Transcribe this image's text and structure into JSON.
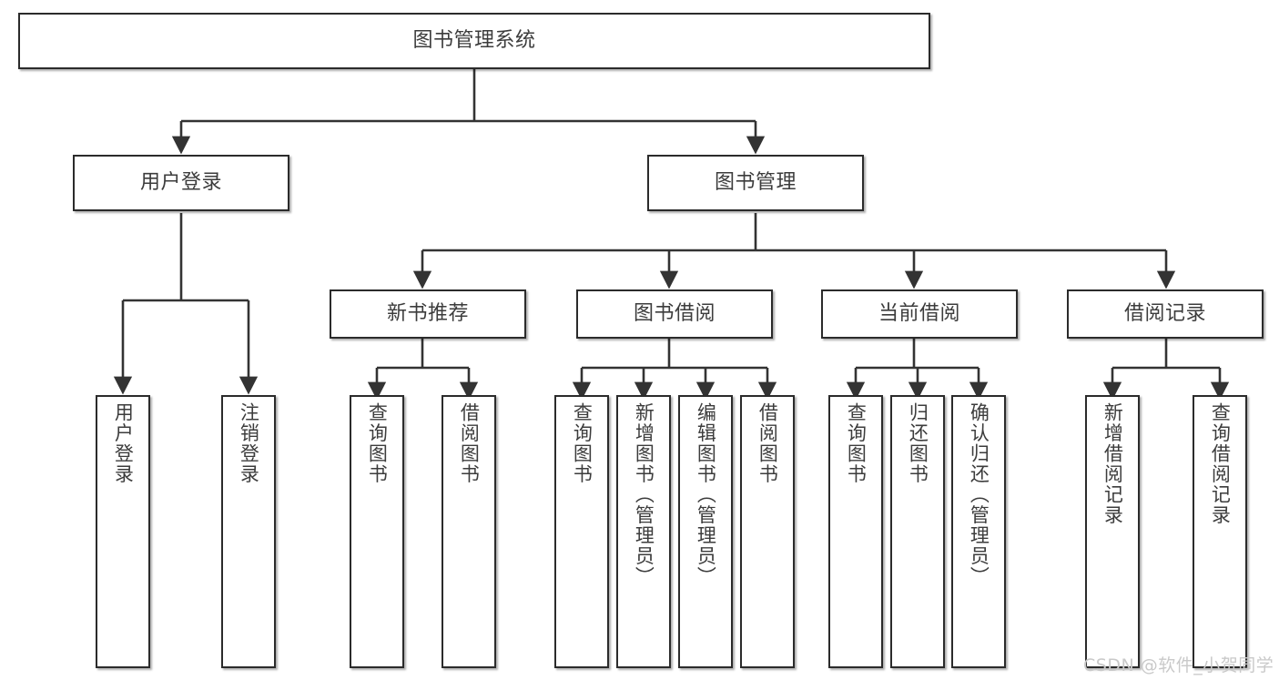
{
  "diagram": {
    "title": "图书管理系统",
    "type": "tree-hierarchy",
    "watermark": "CSDN @软件_小贺同学",
    "colors": {
      "box_border": "#2b2b2b",
      "box_fill": "#ffffff",
      "text": "#3c3c3c",
      "connector": "#333333",
      "watermark": "#c9c9c9",
      "background": "#ffffff"
    },
    "root": {
      "label": "图书管理系统"
    },
    "level2": [
      {
        "label": "用户登录"
      },
      {
        "label": "图书管理"
      }
    ],
    "level3": [
      {
        "label": "新书推荐"
      },
      {
        "label": "图书借阅"
      },
      {
        "label": "当前借阅"
      },
      {
        "label": "借阅记录"
      }
    ],
    "leaves": {
      "user_login": [
        {
          "label": "用户登录"
        },
        {
          "label": "注销登录"
        }
      ],
      "new_book_recommend": [
        {
          "label": "查询图书"
        },
        {
          "label": "借阅图书"
        }
      ],
      "book_borrow": [
        {
          "label": "查询图书"
        },
        {
          "label": "新增图书（管理员）"
        },
        {
          "label": "编辑图书（管理员）"
        },
        {
          "label": "借阅图书"
        }
      ],
      "current_borrow": [
        {
          "label": "查询图书"
        },
        {
          "label": "归还图书"
        },
        {
          "label": "确认归还（管理员）"
        }
      ],
      "borrow_record": [
        {
          "label": "新增借阅记录"
        },
        {
          "label": "查询借阅记录"
        }
      ]
    }
  }
}
